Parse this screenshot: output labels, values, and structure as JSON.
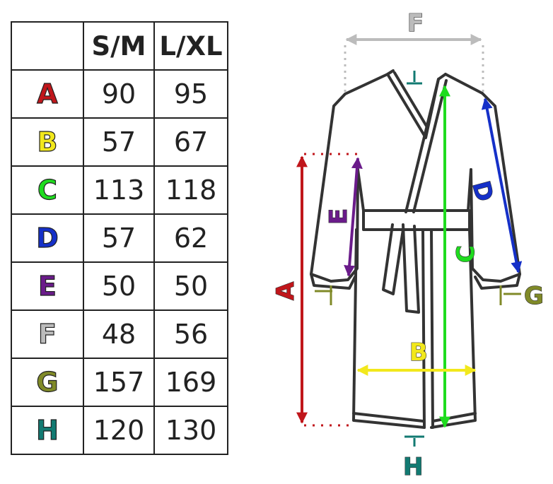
{
  "table": {
    "headers": [
      "",
      "S/M",
      "L/XL"
    ],
    "rows": [
      {
        "key": "A",
        "color": "#c0161b",
        "sm": "90",
        "lxl": "95"
      },
      {
        "key": "B",
        "color": "#f2e81c",
        "sm": "57",
        "lxl": "67"
      },
      {
        "key": "C",
        "color": "#1fdc1f",
        "sm": "113",
        "lxl": "118"
      },
      {
        "key": "D",
        "color": "#1530c8",
        "sm": "57",
        "lxl": "62"
      },
      {
        "key": "E",
        "color": "#6a1b8a",
        "sm": "50",
        "lxl": "50"
      },
      {
        "key": "F",
        "color": "#bcbcbc",
        "sm": "48",
        "lxl": "56"
      },
      {
        "key": "G",
        "color": "#808a28",
        "sm": "157",
        "lxl": "169"
      },
      {
        "key": "H",
        "color": "#127a72",
        "sm": "120",
        "lxl": "130"
      }
    ]
  },
  "diagram": {
    "labels": {
      "A": "A",
      "B": "B",
      "C": "C",
      "D": "D",
      "E": "E",
      "F": "F",
      "G": "G",
      "H": "H"
    },
    "colors": {
      "outline": "#333333",
      "A": "#c0161b",
      "B": "#f2e81c",
      "C": "#1fdc1f",
      "D": "#1530c8",
      "E": "#6a1b8a",
      "F": "#bcbcbc",
      "G": "#808a28",
      "H": "#127a72"
    }
  }
}
